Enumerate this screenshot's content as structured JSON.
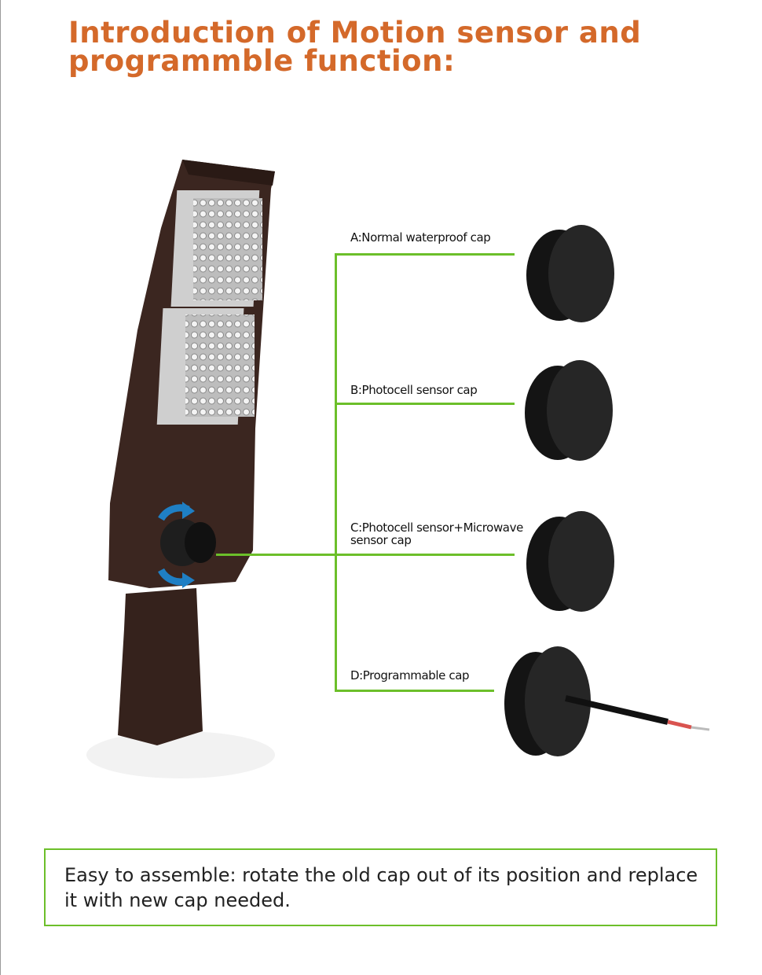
{
  "title": {
    "line1": "Introduction of  Motion sensor and",
    "line2": "programmble function:"
  },
  "caps": [
    {
      "id": "A",
      "label": "A:Normal waterproof cap"
    },
    {
      "id": "B",
      "label": "B:Photocell sensor cap"
    },
    {
      "id": "C",
      "label_line1": "C:Photocell sensor+Microwave",
      "label_line2": "sensor cap"
    },
    {
      "id": "D",
      "label": "D:Programmable cap"
    }
  ],
  "note": "Easy to assemble: rotate the old cap out of its position and replace it with new cap needed.",
  "colors": {
    "title": "#d4692a",
    "accent_green": "#6cbf2a",
    "fixture": "#3b2620",
    "cap": "#1c1c1c",
    "rotate_arrow": "#1f7fc4"
  }
}
